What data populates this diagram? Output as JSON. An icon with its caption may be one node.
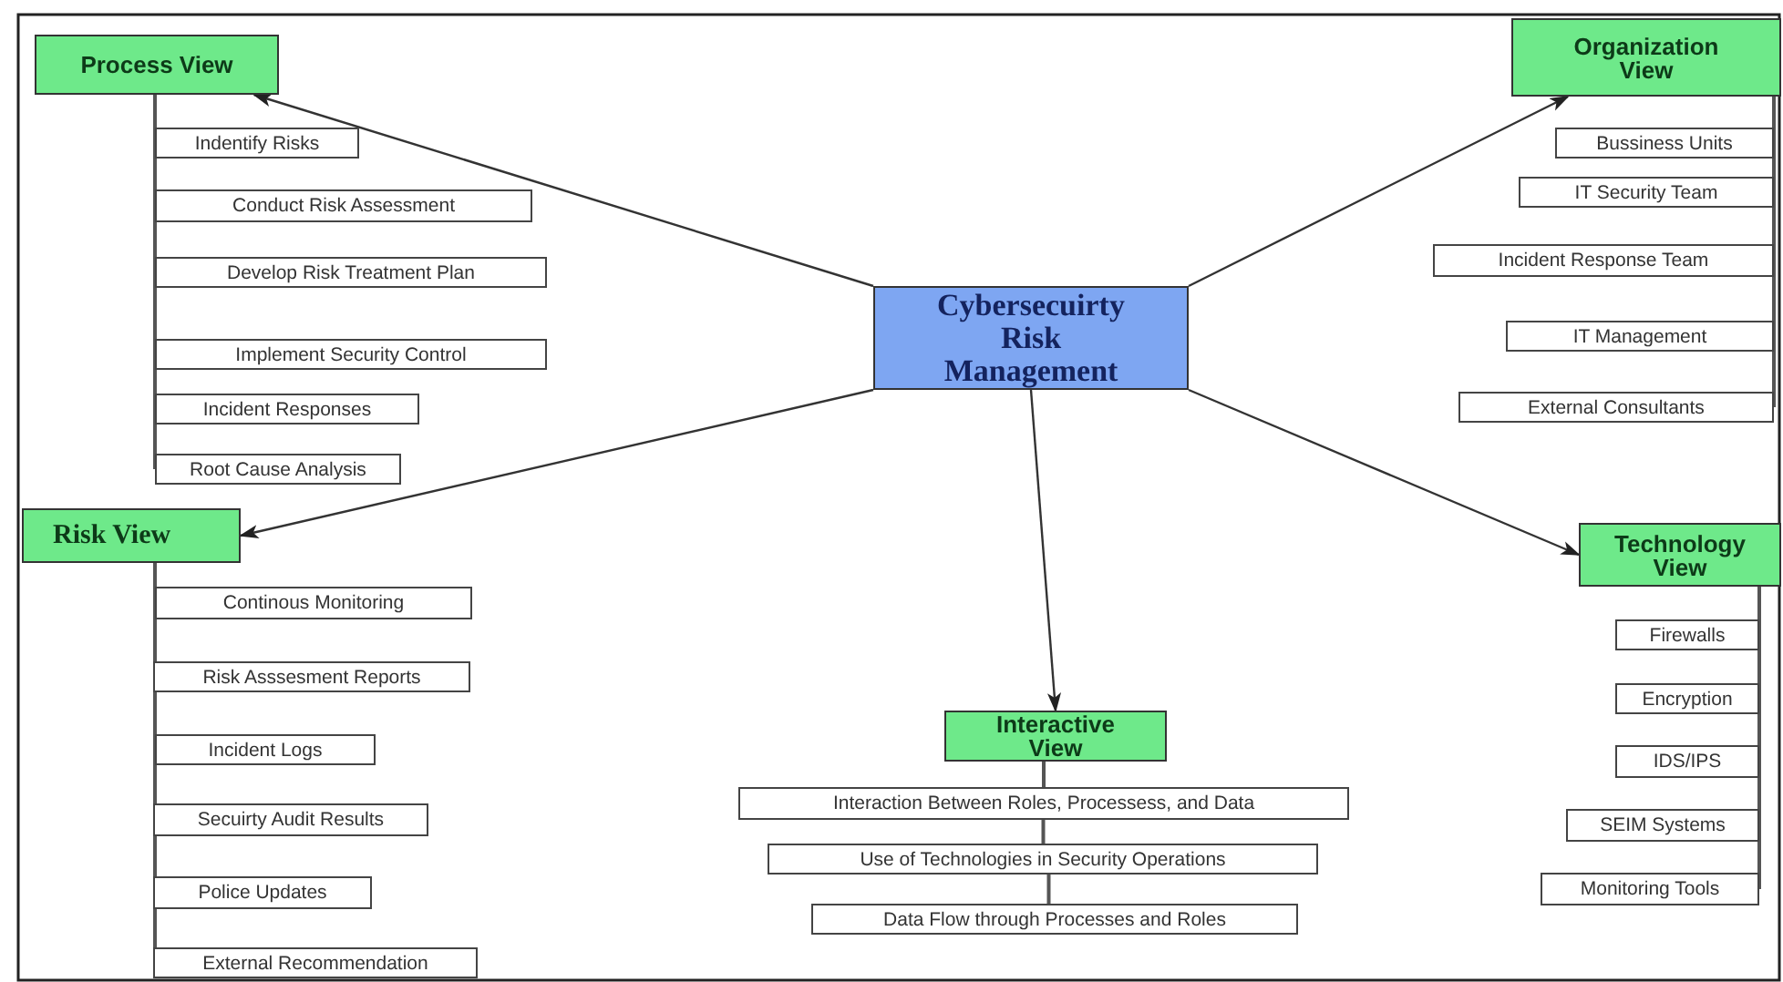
{
  "diagram": {
    "nodes": [
      {
        "text": [
          "Cybersecuirty Risk Management"
        ]
      },
      {
        "text": [
          "Process View"
        ]
      },
      {
        "text": [
          "Indentify Risks"
        ]
      },
      {
        "text": [
          "Conduct Risk Assessment"
        ]
      },
      {
        "text": [
          "Develop Risk Treatment Plan"
        ]
      },
      {
        "text": [
          "Implement Security Control"
        ]
      },
      {
        "text": [
          "Incident Responses"
        ]
      },
      {
        "text": [
          "Root Cause Analysis"
        ]
      },
      {
        "text": [
          "Risk View"
        ]
      },
      {
        "text": [
          "Continous Monitoring"
        ]
      },
      {
        "text": [
          "Risk Asssesment Reports"
        ]
      },
      {
        "text": [
          "Incident Logs"
        ]
      },
      {
        "text": [
          "Secuirty Audit Results"
        ]
      },
      {
        "text": [
          "Police Updates"
        ]
      },
      {
        "text": [
          "External Recommendation"
        ]
      },
      {
        "text": [
          "Organization View"
        ]
      },
      {
        "text": [
          "Bussiness Units"
        ]
      },
      {
        "text": [
          "IT Security Team"
        ]
      },
      {
        "text": [
          "Incident Response Team"
        ]
      },
      {
        "text": [
          "IT Management"
        ]
      },
      {
        "text": [
          "External Consultants"
        ]
      },
      {
        "text": [
          "Technology View"
        ]
      },
      {
        "text": [
          "Firewalls"
        ]
      },
      {
        "text": [
          "Encryption"
        ]
      },
      {
        "text": [
          "IDS/IPS"
        ]
      },
      {
        "text": [
          "SEIM Systems"
        ]
      },
      {
        "text": [
          "Monitoring Tools"
        ]
      },
      {
        "text": [
          "Interactive View"
        ]
      },
      {
        "text": [
          "Interaction Between Roles, Processess, and Data"
        ]
      },
      {
        "text": [
          "Use of Technologies in Security Operations"
        ]
      },
      {
        "text": [
          "Data Flow through Processes and Roles"
        ]
      }
    ],
    "edges": [
      {
        "from": 0,
        "to": 1,
        "arrow": "to"
      },
      {
        "from": 0,
        "to": 15,
        "arrow": "to"
      },
      {
        "from": 0,
        "to": 8,
        "arrow": "to"
      },
      {
        "from": 0,
        "to": 21,
        "arrow": "to"
      },
      {
        "from": 0,
        "to": 27,
        "arrow": "to"
      },
      {
        "from": 1,
        "to": 2,
        "arrow": "none"
      },
      {
        "from": 1,
        "to": 3,
        "arrow": "none"
      },
      {
        "from": 1,
        "to": 4,
        "arrow": "none"
      },
      {
        "from": 1,
        "to": 5,
        "arrow": "none"
      },
      {
        "from": 1,
        "to": 6,
        "arrow": "none"
      },
      {
        "from": 1,
        "to": 7,
        "arrow": "none"
      },
      {
        "from": 8,
        "to": 9,
        "arrow": "none"
      },
      {
        "from": 8,
        "to": 10,
        "arrow": "none"
      },
      {
        "from": 8,
        "to": 11,
        "arrow": "none"
      },
      {
        "from": 8,
        "to": 12,
        "arrow": "none"
      },
      {
        "from": 8,
        "to": 13,
        "arrow": "none"
      },
      {
        "from": 8,
        "to": 14,
        "arrow": "none"
      },
      {
        "from": 15,
        "to": 16,
        "arrow": "none"
      },
      {
        "from": 15,
        "to": 17,
        "arrow": "none"
      },
      {
        "from": 15,
        "to": 18,
        "arrow": "none"
      },
      {
        "from": 15,
        "to": 19,
        "arrow": "none"
      },
      {
        "from": 15,
        "to": 20,
        "arrow": "none"
      },
      {
        "from": 21,
        "to": 22,
        "arrow": "none"
      },
      {
        "from": 21,
        "to": 23,
        "arrow": "none"
      },
      {
        "from": 21,
        "to": 24,
        "arrow": "none"
      },
      {
        "from": 21,
        "to": 25,
        "arrow": "none"
      },
      {
        "from": 21,
        "to": 26,
        "arrow": "none"
      },
      {
        "from": 27,
        "to": 28,
        "arrow": "none"
      },
      {
        "from": 28,
        "to": 29,
        "arrow": "none"
      },
      {
        "from": 29,
        "to": 30,
        "arrow": "none"
      }
    ]
  }
}
